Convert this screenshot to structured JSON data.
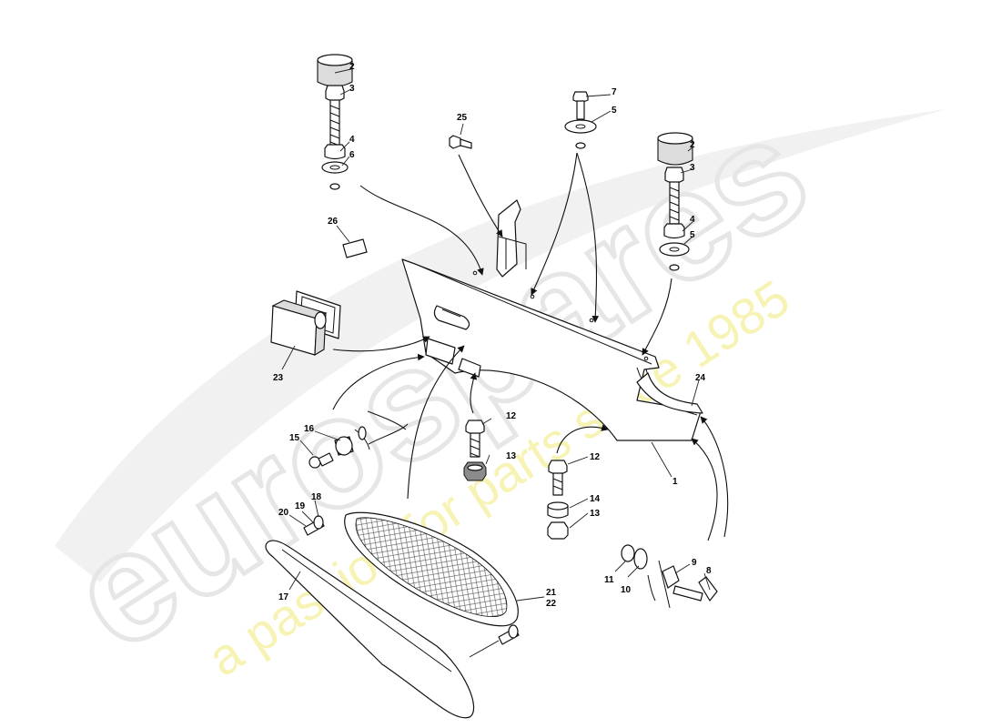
{
  "watermark": {
    "brand": "eurospares",
    "tagline": "a passion for parts since 1985"
  },
  "callouts": {
    "c1": "1",
    "c2a": "2",
    "c2b": "2",
    "c3a": "3",
    "c3b": "3",
    "c4a": "4",
    "c4b": "4",
    "c5a": "5",
    "c5b": "5",
    "c6": "6",
    "c7": "7",
    "c8": "8",
    "c9": "9",
    "c10": "10",
    "c11": "11",
    "c12a": "12",
    "c12b": "12",
    "c13a": "13",
    "c13b": "13",
    "c14": "14",
    "c15": "15",
    "c16": "16",
    "c17": "17",
    "c18": "18",
    "c19": "19",
    "c20": "20",
    "c21": "21",
    "c22": "22",
    "c23": "23",
    "c24": "24",
    "c25": "25",
    "c26": "26"
  }
}
